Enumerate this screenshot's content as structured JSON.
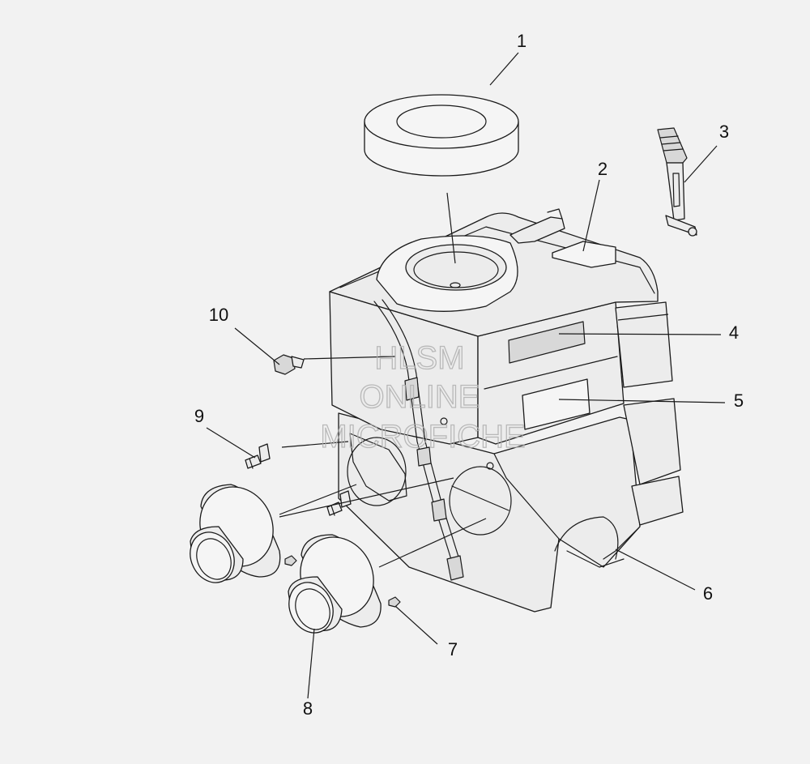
{
  "diagram": {
    "callouts": [
      "1",
      "2",
      "3",
      "4",
      "5",
      "6",
      "7",
      "8",
      "9",
      "10"
    ],
    "watermark": [
      "HLSM",
      "ONLINE",
      "MICROFICHE"
    ]
  }
}
